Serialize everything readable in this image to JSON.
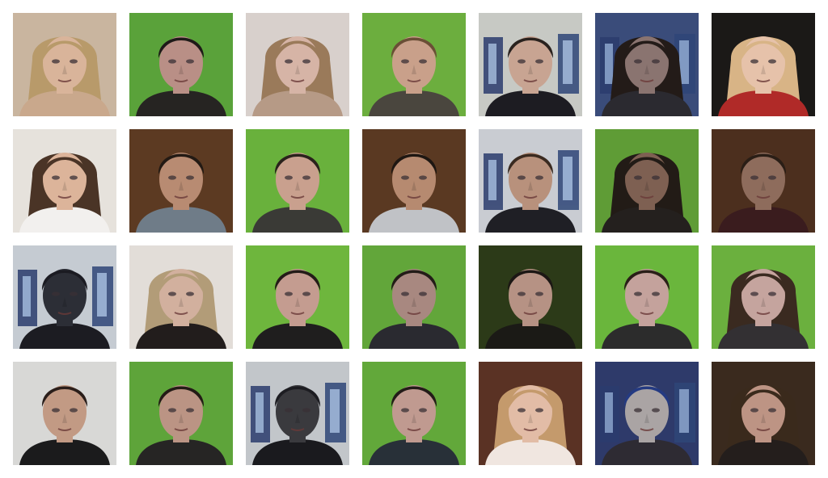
{
  "grid": {
    "rows": 4,
    "columns": 7,
    "tiles": [
      {
        "background": "#c9b59f",
        "hair": "#b89a6a",
        "skin": "#d9b49a",
        "shirt": "#c9a88c",
        "hair_style": "long",
        "panels": false
      },
      {
        "background": "#5aa23a",
        "hair": "#1e1a18",
        "skin": "#b98f86",
        "shirt": "#262422",
        "hair_style": "short",
        "panels": false
      },
      {
        "background": "#d8d0cc",
        "hair": "#9a7a5a",
        "skin": "#d6b4a6",
        "shirt": "#b69a86",
        "hair_style": "long",
        "panels": false
      },
      {
        "background": "#6cae3e",
        "hair": "#6a4e36",
        "skin": "#c9a08a",
        "shirt": "#4a463e",
        "hair_style": "short",
        "panels": false
      },
      {
        "background": "#c7c9c4",
        "hair": "#2a221e",
        "skin": "#c8a492",
        "shirt": "#1d1c22",
        "hair_style": "short",
        "panels": true
      },
      {
        "background": "#3a4c7a",
        "hair": "#231b18",
        "skin": "#8a7470",
        "shirt": "#2b2a30",
        "hair_style": "long",
        "panels": true
      },
      {
        "background": "#1b1917",
        "hair": "#d8b486",
        "skin": "#e6c2aa",
        "shirt": "#b02a28",
        "hair_style": "long",
        "panels": false
      },
      {
        "background": "#e6e2dc",
        "hair": "#4a3426",
        "skin": "#dcb49a",
        "shirt": "#f2f0ee",
        "hair_style": "long",
        "panels": false
      },
      {
        "background": "#5c3a22",
        "hair": "#231a14",
        "skin": "#b88b72",
        "shirt": "#6f7c88",
        "hair_style": "short",
        "panels": false
      },
      {
        "background": "#69b13c",
        "hair": "#2a221c",
        "skin": "#c9a08e",
        "shirt": "#3a3a36",
        "hair_style": "short",
        "panels": false
      },
      {
        "background": "#5a3922",
        "hair": "#1e1712",
        "skin": "#b68a70",
        "shirt": "#c0c2c6",
        "hair_style": "short",
        "panels": false
      },
      {
        "background": "#c9ccd2",
        "hair": "#3a2a20",
        "skin": "#b8917c",
        "shirt": "#1f1f25",
        "hair_style": "short",
        "panels": true
      },
      {
        "background": "#5f9c36",
        "hair": "#221b16",
        "skin": "#7e6052",
        "shirt": "#24201e",
        "hair_style": "long",
        "panels": false
      },
      {
        "background": "#4c2f1e",
        "hair": "#2a1e16",
        "skin": "#8e6c5c",
        "shirt": "#3a1c1e",
        "hair_style": "short",
        "panels": false
      },
      {
        "background": "#c5cbd2",
        "hair": "#1b1b22",
        "skin": "#2c2e36",
        "shirt": "#1c1c22",
        "hair_style": "short",
        "panels": true
      },
      {
        "background": "#e2ddd8",
        "hair": "#b29c78",
        "skin": "#d2b09e",
        "shirt": "#221d1c",
        "hair_style": "long",
        "panels": false
      },
      {
        "background": "#6eb63d",
        "hair": "#241c18",
        "skin": "#c49c90",
        "shirt": "#1f1e1e",
        "hair_style": "short",
        "panels": false
      },
      {
        "background": "#62a63a",
        "hair": "#231c18",
        "skin": "#a88880",
        "shirt": "#2a2a30",
        "hair_style": "short",
        "panels": false
      },
      {
        "background": "#2c3a18",
        "hair": "#1c1714",
        "skin": "#b69284",
        "shirt": "#1b1a16",
        "hair_style": "short",
        "panels": false
      },
      {
        "background": "#6ab63c",
        "hair": "#2a1f18",
        "skin": "#c4a29c",
        "shirt": "#2c2c2c",
        "hair_style": "short",
        "panels": false
      },
      {
        "background": "#6bb03e",
        "hair": "#3a2a20",
        "skin": "#c5a49e",
        "shirt": "#333033",
        "hair_style": "long",
        "panels": false
      },
      {
        "background": "#d8d8d6",
        "hair": "#2a1e1a",
        "skin": "#c29a84",
        "shirt": "#1b1b1c",
        "hair_style": "short",
        "panels": false
      },
      {
        "background": "#5ea43a",
        "hair": "#231b16",
        "skin": "#bb9484",
        "shirt": "#262524",
        "hair_style": "short",
        "panels": false
      },
      {
        "background": "#c2c6ca",
        "hair": "#1d1d22",
        "skin": "#3a3a3e",
        "shirt": "#1a1a1e",
        "hair_style": "short",
        "panels": true
      },
      {
        "background": "#62a83a",
        "hair": "#231b18",
        "skin": "#c09a90",
        "shirt": "#283038",
        "hair_style": "short",
        "panels": false
      },
      {
        "background": "#5a3224",
        "hair": "#c49a6c",
        "skin": "#e2bca6",
        "shirt": "#f0e6e0",
        "hair_style": "long",
        "panels": false
      },
      {
        "background": "#2e3a6a",
        "hair": "#243a82",
        "skin": "#aaa4a4",
        "shirt": "#2e2b33",
        "hair_style": "short",
        "panels": true
      },
      {
        "background": "#3a2a1e",
        "hair": "#3a2a1c",
        "skin": "#bd9484",
        "shirt": "#241e1c",
        "hair_style": "long",
        "panels": false
      }
    ]
  }
}
